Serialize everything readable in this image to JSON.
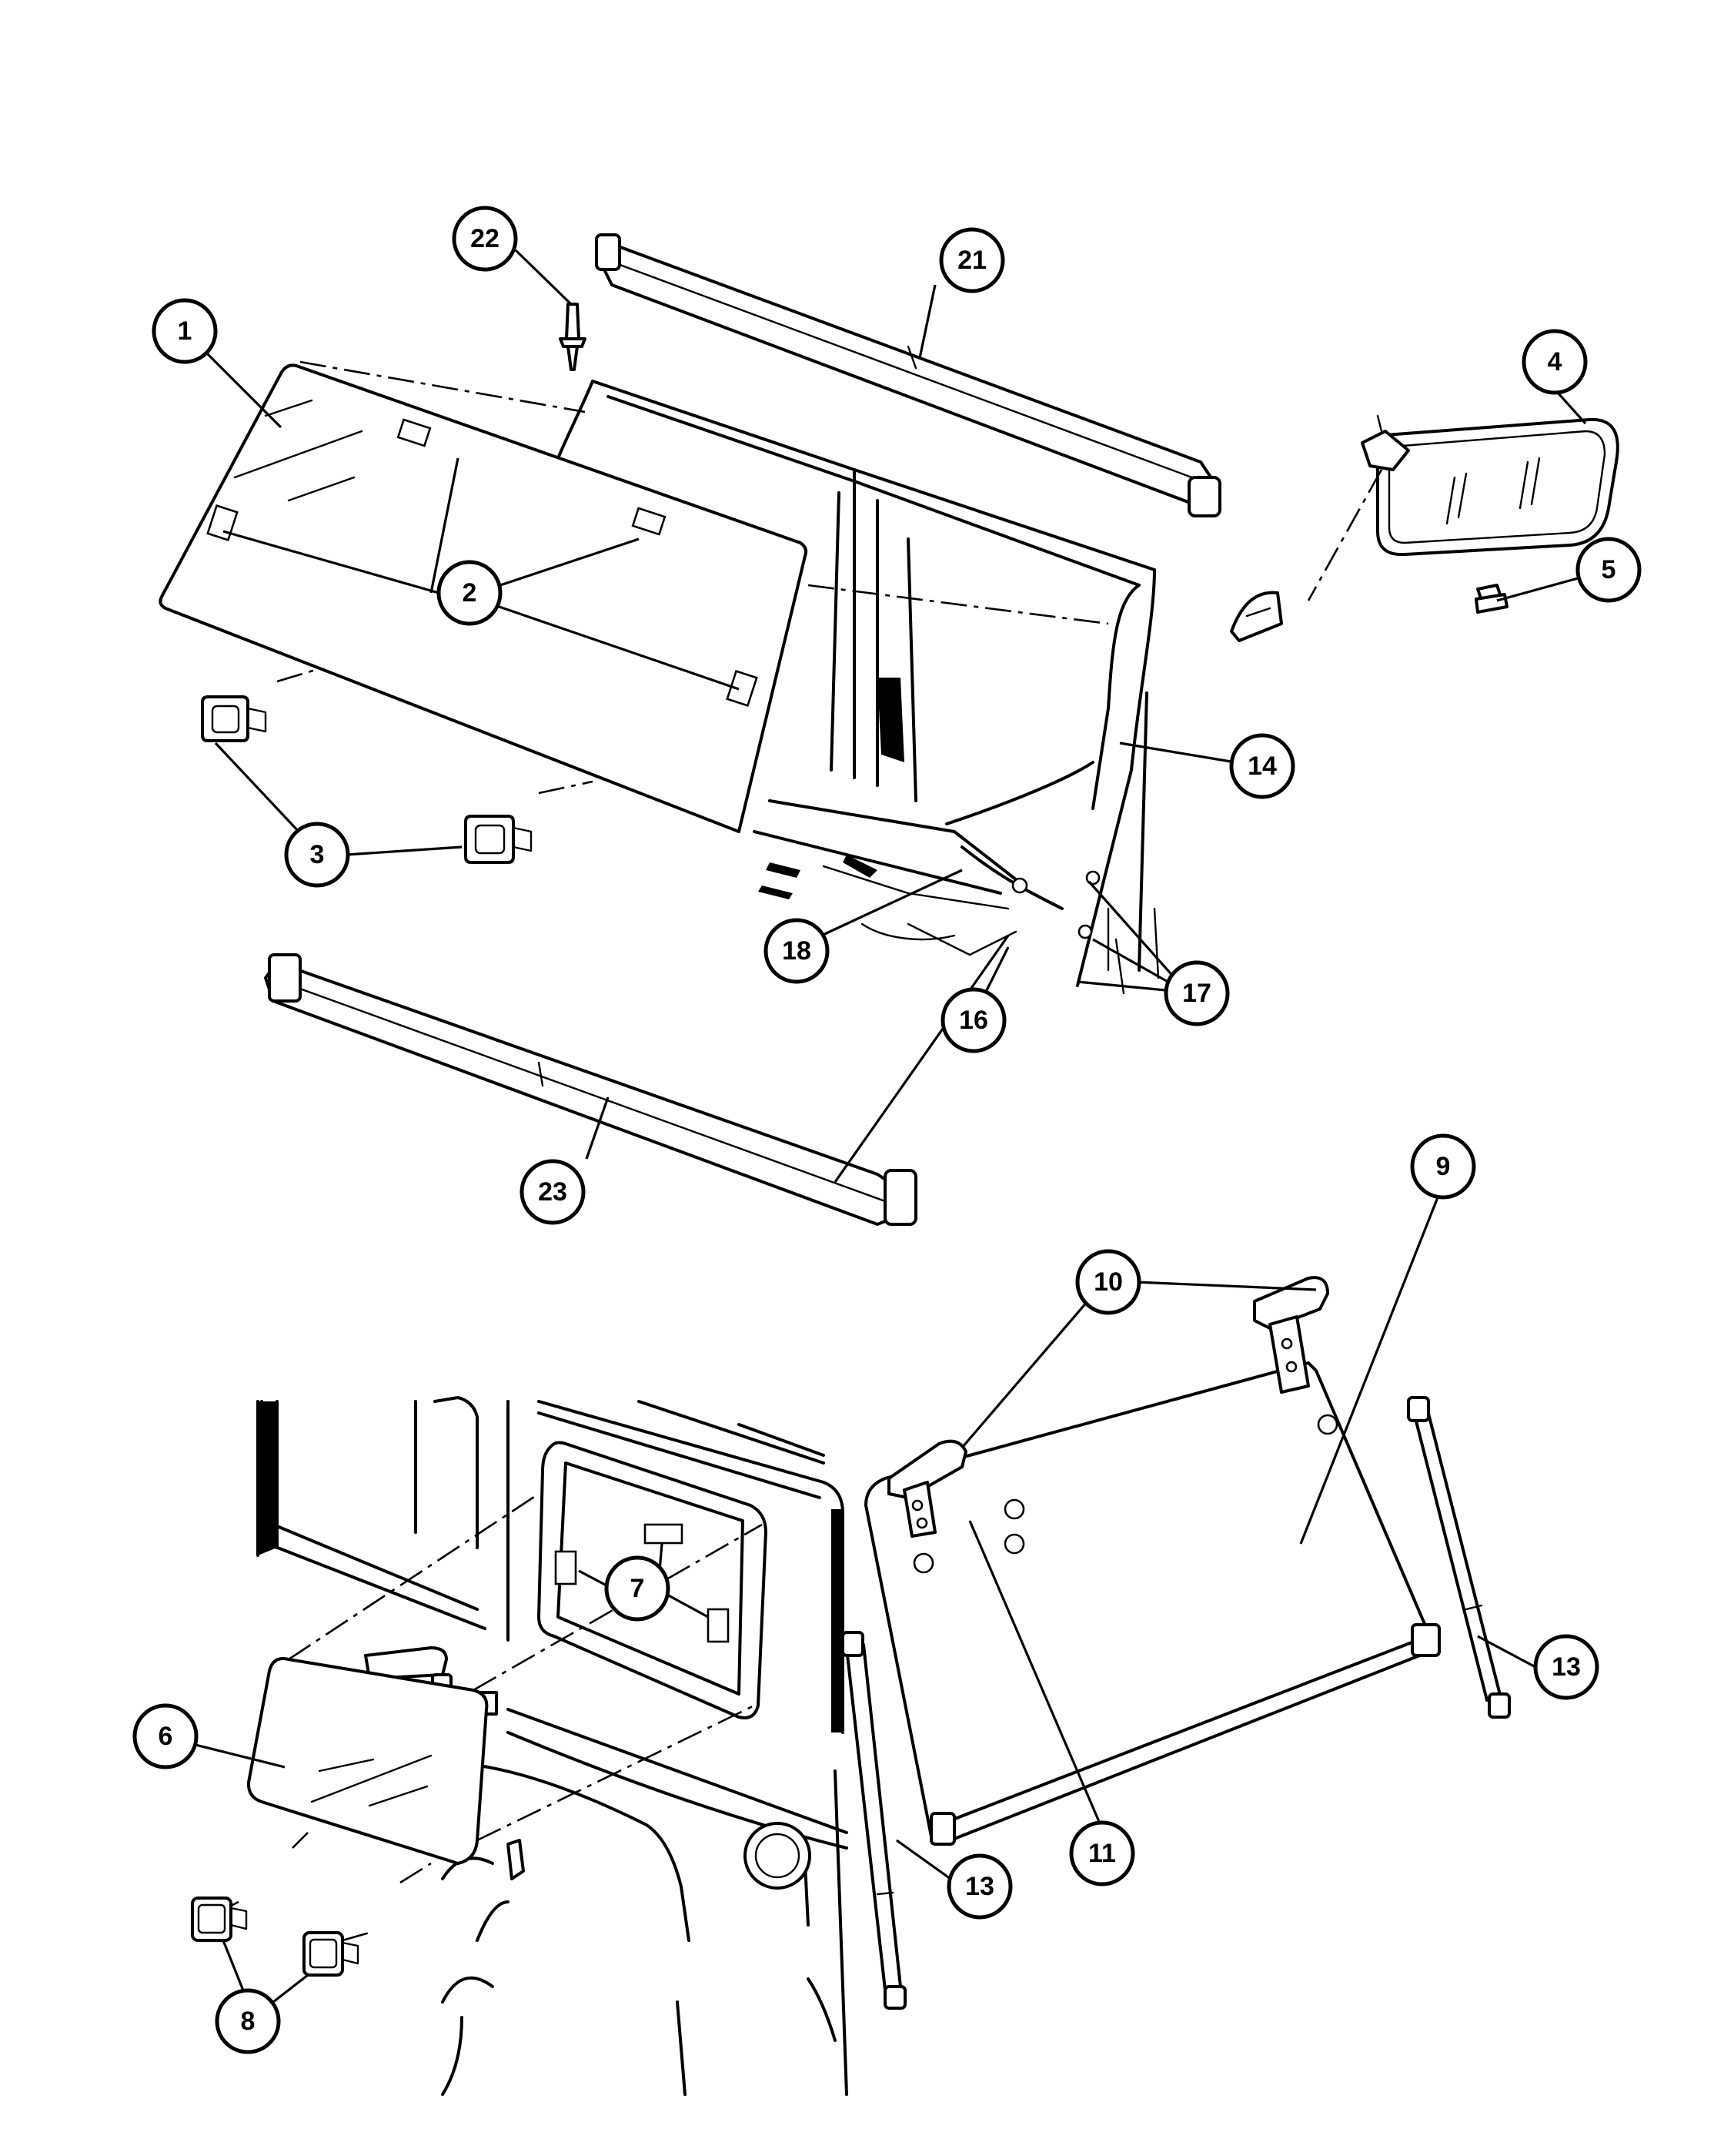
{
  "diagram": {
    "callouts": {
      "c1": "1",
      "c2": "2",
      "c3": "3",
      "c4": "4",
      "c5": "5",
      "c6": "6",
      "c7": "7",
      "c8": "8",
      "c9": "9",
      "c10": "10",
      "c11": "11",
      "c13a": "13",
      "c13b": "13",
      "c14": "14",
      "c16": "16",
      "c17": "17",
      "c18": "18",
      "c21": "21",
      "c22": "22",
      "c23": "23"
    },
    "colors": {
      "ink": "#000000",
      "paper": "#ffffff"
    },
    "parts": [
      "windshield-glass",
      "adhesive-pad",
      "mirror-button",
      "rearview-mirror",
      "screw",
      "quarter-glass",
      "adhesive-pad",
      "mirror-button",
      "liftgate-glass",
      "hinge",
      "hinge-screw",
      "support-cylinder",
      "a-pillar",
      "body-frame",
      "nut",
      "rivet",
      "header-seal",
      "push-pin",
      "lower-seal"
    ]
  }
}
